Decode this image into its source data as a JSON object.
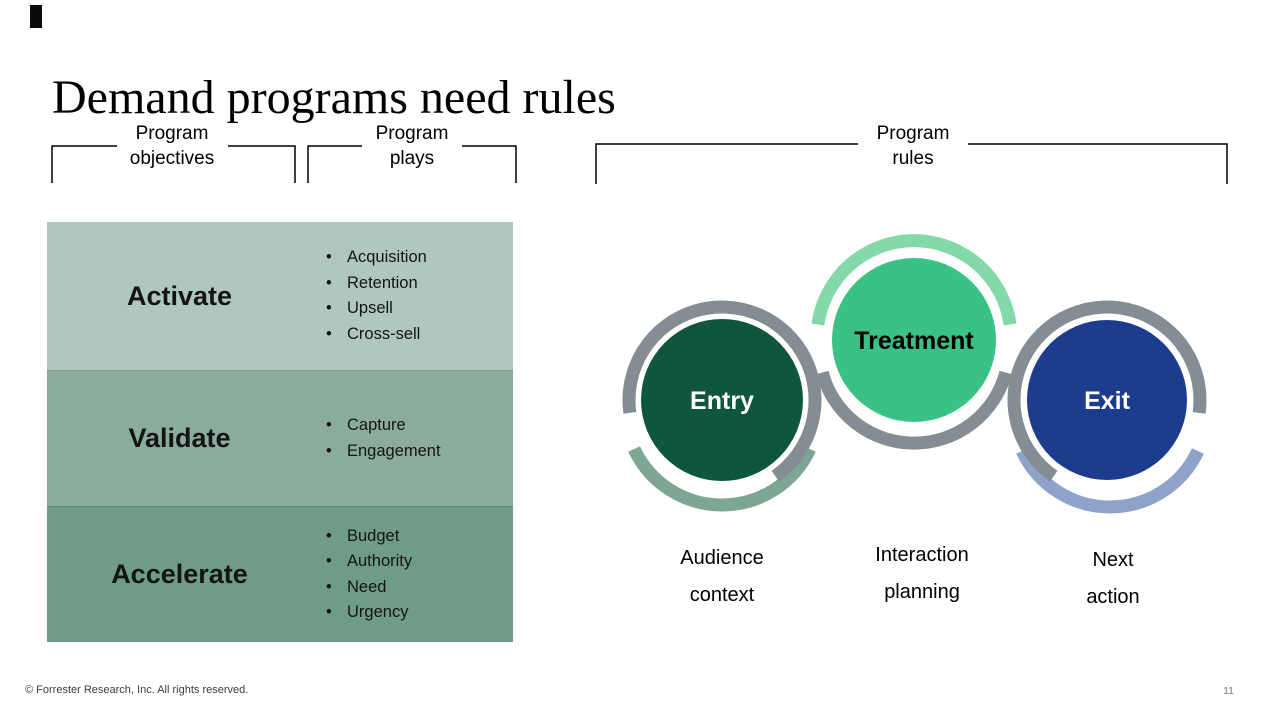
{
  "slide": {
    "title": "Demand programs need rules",
    "footer": {
      "copyright": "© Forrester Research, Inc. All rights reserved.",
      "page_number": "11"
    }
  },
  "brackets": [
    {
      "label_line1": "Program",
      "label_line2": "objectives"
    },
    {
      "label_line1": "Program",
      "label_line2": "plays"
    },
    {
      "label_line1": "Program",
      "label_line2": "rules"
    }
  ],
  "program_table": {
    "rows": [
      {
        "label": "Activate",
        "bg": "#afc7bc",
        "bullets": [
          "Acquisition",
          "Retention",
          "Upsell",
          "Cross-sell"
        ]
      },
      {
        "label": "Validate",
        "bg": "#8bac9c",
        "bullets": [
          "Capture",
          "Engagement"
        ]
      },
      {
        "label": "Accelerate",
        "bg": "#6f9b89",
        "bullets": [
          "Budget",
          "Authority",
          "Need",
          "Urgency"
        ]
      }
    ]
  },
  "rules_diagram": {
    "wave_color": "#848d93",
    "nodes": [
      {
        "label": "Entry",
        "circle_color": "#0f563c",
        "accent_color": "#7da695",
        "text_color": "#ffffff",
        "caption_line1": "Audience",
        "caption_line2": "context"
      },
      {
        "label": "Treatment",
        "circle_color": "#3ac286",
        "accent_color": "#83d9a7",
        "text_color": "#000000",
        "caption_line1": "Interaction",
        "caption_line2": "planning"
      },
      {
        "label": "Exit",
        "circle_color": "#1c3c8d",
        "accent_color": "#8fa2c9",
        "text_color": "#ffffff",
        "caption_line1": "Next",
        "caption_line2": "action"
      }
    ]
  }
}
